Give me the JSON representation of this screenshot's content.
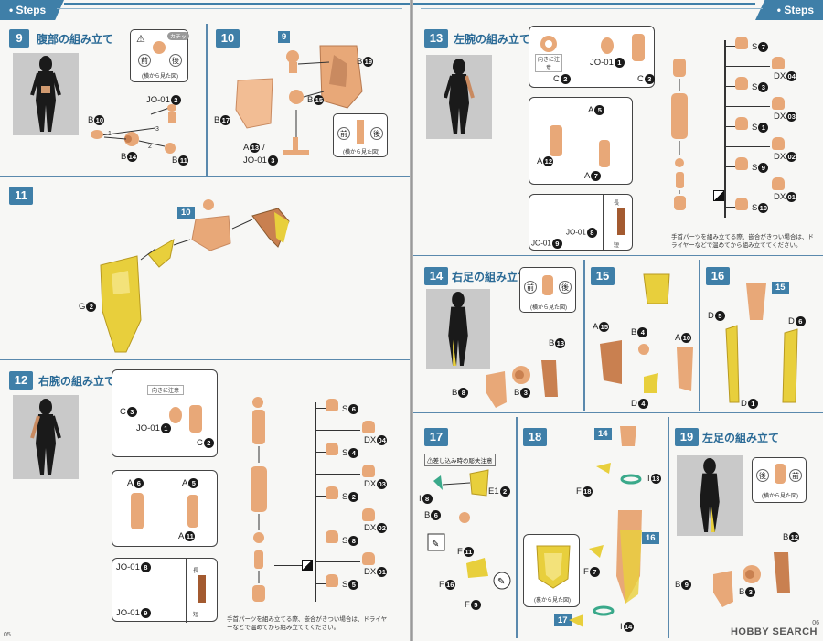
{
  "header": {
    "section": "• Steps"
  },
  "colors": {
    "accent": "#3f7fa8",
    "skin": "#e8a878",
    "yellow": "#e8cf3c",
    "green": "#3aa98a"
  },
  "page_numbers": {
    "left": "05",
    "right": "06"
  },
  "watermark": "HOBBY SEARCH",
  "steps": {
    "s9": {
      "num": "9",
      "title": "腹部の組み立て",
      "labels": {
        "jo": "JO-01",
        "b10": "B",
        "b14": "B",
        "b11": "B"
      },
      "callout": {
        "front": "前",
        "back": "後",
        "caption": "(横から見た図)"
      },
      "arrows": [
        "1",
        "2",
        "3"
      ],
      "badge": "カチッ"
    },
    "s10": {
      "num": "10",
      "sub": "9",
      "labels": {
        "b19": "B",
        "b15": "B",
        "b17": "B",
        "a13": "A",
        "jo": "JO-01"
      },
      "callout": {
        "front": "前",
        "back": "後",
        "caption": "(横から見た図)"
      }
    },
    "s11": {
      "num": "11",
      "sub": "10",
      "labels": {
        "g2": "G"
      }
    },
    "s12": {
      "num": "12",
      "title": "右腕の組み立て",
      "callout1": {
        "caption": "向きに注意",
        "c3": "C",
        "jo": "JO-01",
        "c2": "C"
      },
      "callout2": {
        "a6": "A",
        "a5": "A",
        "a11": "A"
      },
      "callout3": {
        "jo8": "JO-01",
        "jo9": "JO-01",
        "long": "長",
        "short": "短"
      },
      "hands": [
        {
          "s": "S",
          "n": "6"
        },
        {
          "s": "DX",
          "n": "04"
        },
        {
          "s": "S",
          "n": "4"
        },
        {
          "s": "DX",
          "n": "03"
        },
        {
          "s": "S",
          "n": "2"
        },
        {
          "s": "DX",
          "n": "02"
        },
        {
          "s": "S",
          "n": "8"
        },
        {
          "s": "DX",
          "n": "01"
        },
        {
          "s": "S",
          "n": "5"
        }
      ],
      "note": "手首パーツを組み立てる際、嵌合がきつい場合は、ドライヤーなどで温めてから組み立ててください。"
    },
    "s13": {
      "num": "13",
      "title": "左腕の組み立て",
      "callout1": {
        "caption": "向きに注意",
        "jo": "JO-01",
        "c2": "C",
        "c3": "C"
      },
      "callout2": {
        "a5": "A",
        "a12": "A",
        "a7": "A"
      },
      "callout3": {
        "jo9": "JO-01",
        "jo8": "JO-01",
        "long": "長",
        "short": "短"
      },
      "hands": [
        {
          "s": "S",
          "n": "7"
        },
        {
          "s": "DX",
          "n": "04"
        },
        {
          "s": "S",
          "n": "3"
        },
        {
          "s": "DX",
          "n": "03"
        },
        {
          "s": "S",
          "n": "1"
        },
        {
          "s": "DX",
          "n": "02"
        },
        {
          "s": "S",
          "n": "9"
        },
        {
          "s": "DX",
          "n": "01"
        },
        {
          "s": "S",
          "n": "10"
        }
      ],
      "note": "手首パーツを組み立てる際、嵌合がきつい場合は、ドライヤーなどで温めてから組み立ててください。"
    },
    "s14": {
      "num": "14",
      "title": "右足の組み立て",
      "callout": {
        "front": "前",
        "back": "後",
        "caption": "(横から見た図)"
      },
      "labels": {
        "b13": "B",
        "b8": "B",
        "b3": "B"
      }
    },
    "s15": {
      "num": "15",
      "labels": {
        "a15": "A",
        "b4": "B",
        "a10": "A",
        "d4": "D"
      }
    },
    "s16": {
      "num": "16",
      "sub": "15",
      "labels": {
        "d5": "D",
        "d6": "D",
        "d1": "D"
      }
    },
    "s17": {
      "num": "17",
      "warn": "差し込み時の彫失注意",
      "labels": {
        "i8": "I",
        "e1": "E1",
        "b6": "B",
        "f11": "F",
        "f16": "F",
        "f5": "F"
      }
    },
    "s18": {
      "num": "18",
      "sub_top": "14",
      "sub_mid": "16",
      "sub_bot": "17",
      "caption": "(裏から見た図)",
      "labels": {
        "i13": "I",
        "f18": "F",
        "f7": "F",
        "i14": "I"
      }
    },
    "s19": {
      "num": "19",
      "title": "左足の組み立て",
      "callout": {
        "back": "後",
        "front": "前",
        "caption": "(横から見た図)"
      },
      "labels": {
        "b12": "B",
        "b9": "B",
        "b3": "B"
      }
    }
  }
}
